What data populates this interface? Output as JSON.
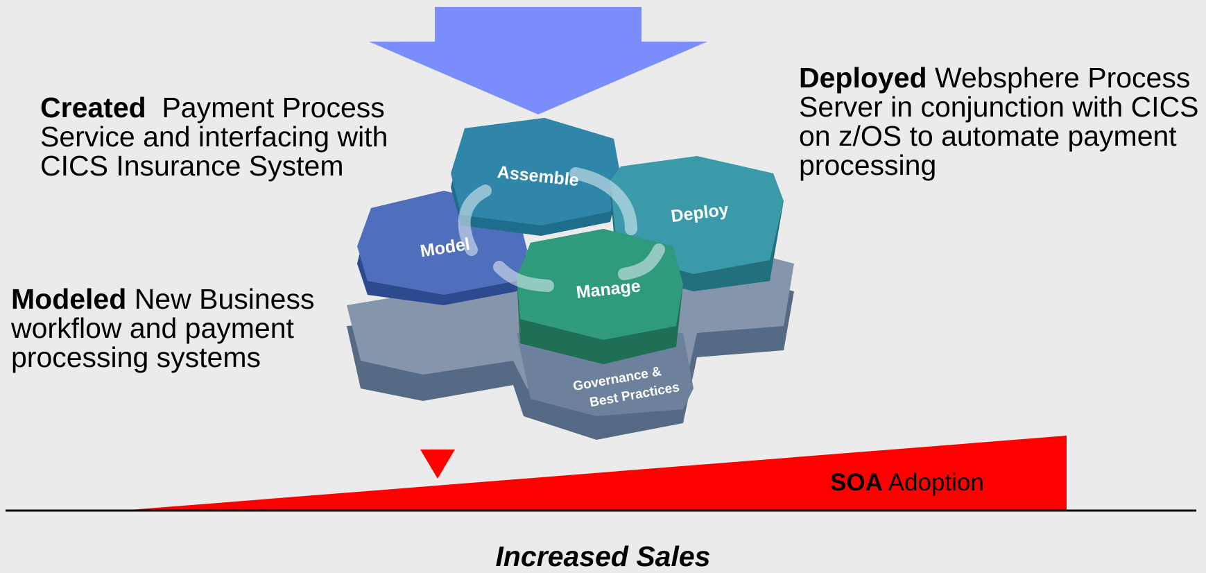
{
  "captions": {
    "created": {
      "bold": "Created",
      "text": "  Payment Process Service and interfacing with CICS Insurance System"
    },
    "deployed": {
      "bold": "Deployed",
      "text": " Websphere Process Server in conjunction with CICS on z/OS to automate payment processing"
    },
    "modeled": {
      "bold": "Modeled",
      "text": " New Business workflow and payment processing systems"
    }
  },
  "cycle": {
    "assemble": "Assemble",
    "deploy": "Deploy",
    "model": "Model",
    "manage": "Manage",
    "governance_line1": "Governance &",
    "governance_line2": "Best Practices"
  },
  "soa": {
    "bold": "SOA",
    "text": " Adoption"
  },
  "bottom_label": "Increased Sales",
  "colors": {
    "arrow": "#7b8cfb",
    "wedge": "#ff0000",
    "assemble": "#2f86a8",
    "deploy": "#3a9aaa",
    "model": "#4f6fbd",
    "manage": "#2f9a7c",
    "base": "#8494a8",
    "background": "#ebebeb"
  }
}
